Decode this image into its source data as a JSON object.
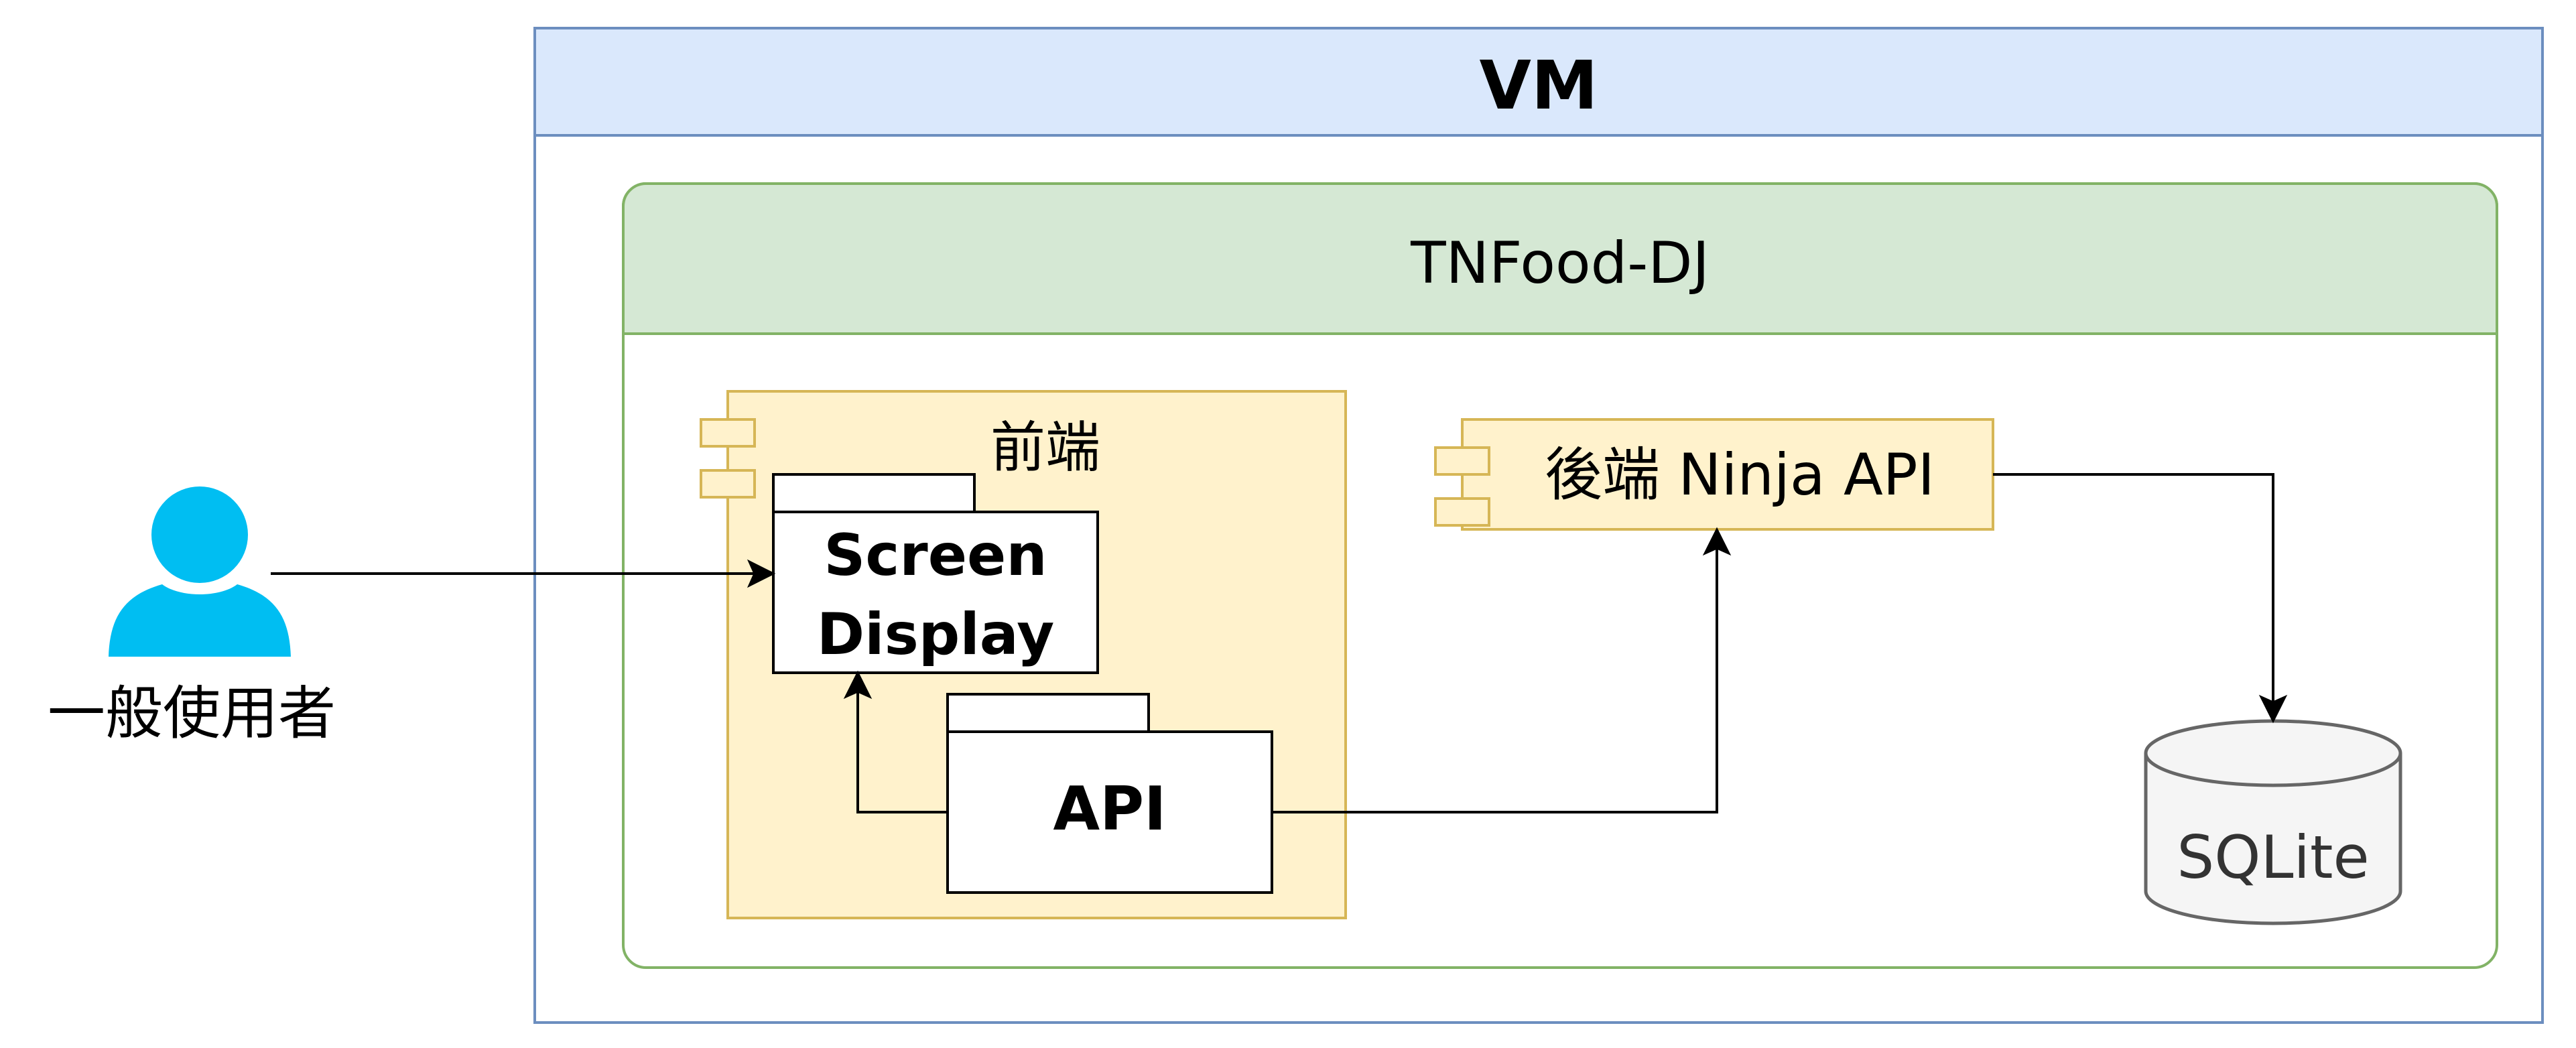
{
  "diagram": {
    "vm_title": "VM",
    "app_title": "TNFood-DJ",
    "frontend_label": "前端",
    "screen_display_line1": "Screen",
    "screen_display_line2": "Display",
    "api_label": "API",
    "backend_label": "後端 Ninja API",
    "database_label": "SQLite",
    "user_label": "一般使用者"
  },
  "colors": {
    "vm_border": "#6c8ebf",
    "vm_header_fill": "#dae8fc",
    "app_border": "#82b366",
    "app_header_fill": "#d5e8d4",
    "component_border": "#d6b656",
    "component_fill": "#fff2cc",
    "user_icon": "#00bef2",
    "database_fill": "#f5f5f5",
    "database_border": "#666666",
    "database_text": "#333333"
  }
}
